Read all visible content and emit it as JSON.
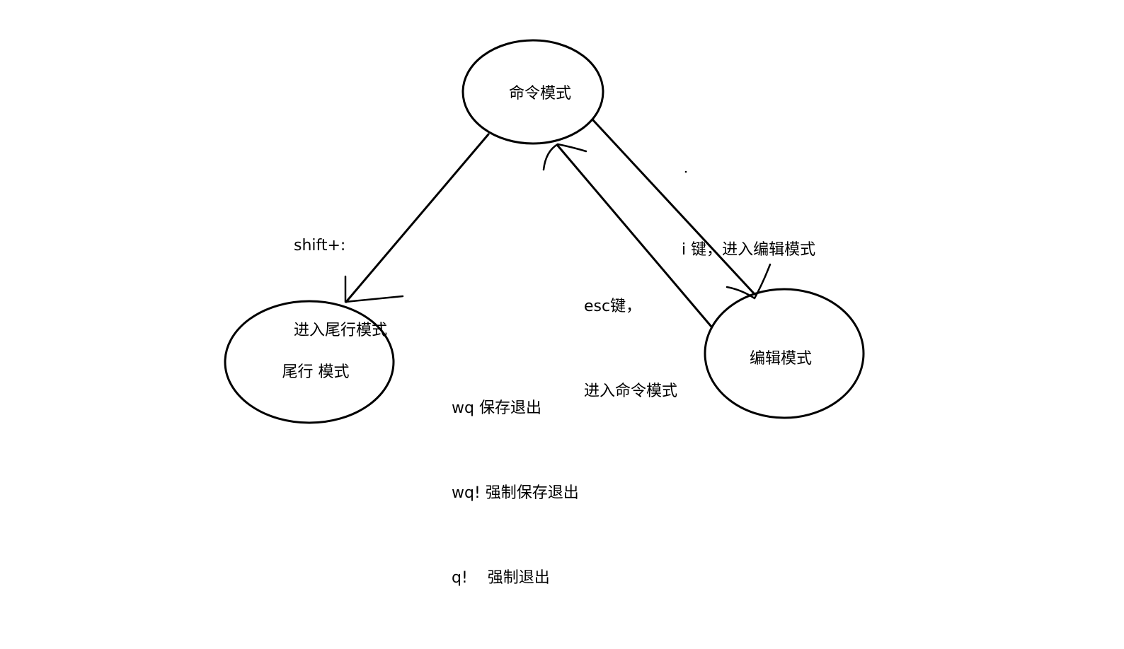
{
  "diagram": {
    "nodes": {
      "command": {
        "label": "命令模式"
      },
      "lastline": {
        "label": "尾行 模式"
      },
      "edit": {
        "label": "编辑模式"
      }
    },
    "edges": {
      "to_lastline": {
        "line1": "shift+:",
        "line2": "进入尾行模式"
      },
      "to_edit": {
        "line1": "i 键，进入编辑模式"
      },
      "to_command": {
        "line1": "esc键，",
        "line2": "进入命令模式"
      }
    },
    "commands": [
      "wq 保存退出",
      "wq! 强制保存退出",
      "q!    强制退出"
    ],
    "stroke_color": "#000000",
    "background_color": "#ffffff"
  }
}
